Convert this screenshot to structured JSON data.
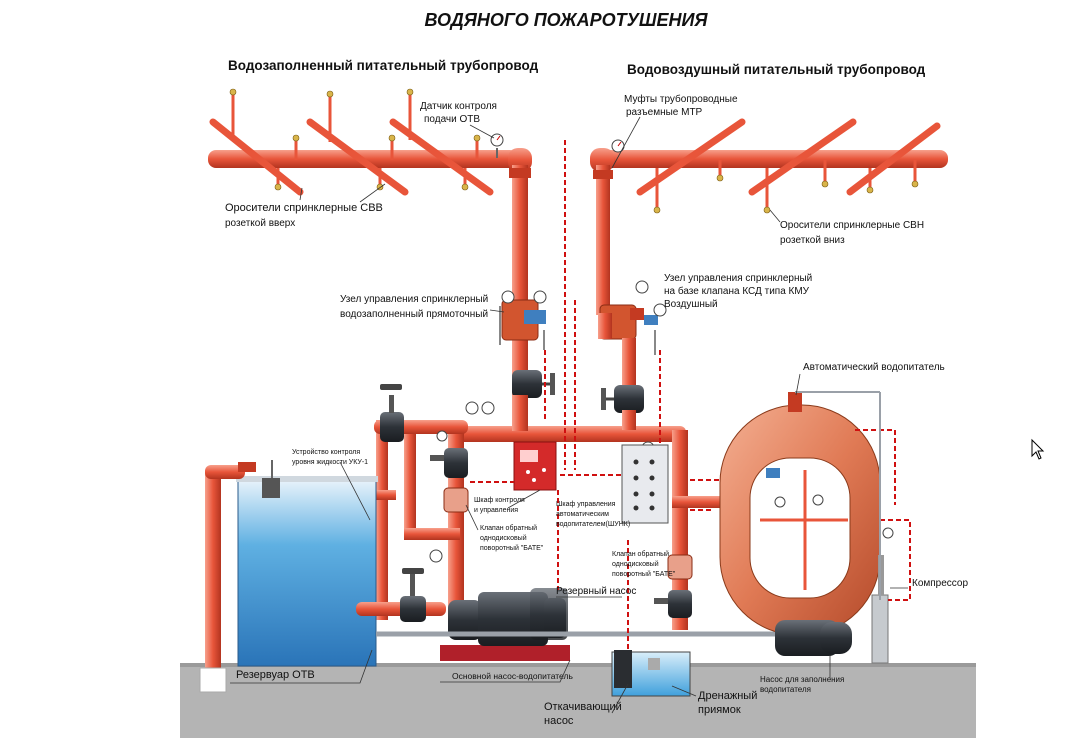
{
  "title": "ВОДЯНОГО ПОЖАРОТУШЕНИЯ",
  "headers": {
    "left": "Водозаполненный питательный трубопровод",
    "right": "Водовоздушный питательный трубопровод"
  },
  "labels": {
    "sensor_line1": "Датчик контроля",
    "sensor_line2": "подачи ОТВ",
    "couplings_line1": "Муфты трубопроводные",
    "couplings_line2": "разъемные МТР",
    "svv_line1": "Оросители спринклерные СВВ",
    "svv_line2": "розеткой вверх",
    "svn_line1": "Оросители спринклерные СВН",
    "svn_line2": "розеткой вниз",
    "node_left_line1": "Узел управления спринклерный",
    "node_left_line2": "водозаполненный прямоточный",
    "node_right_line1": "Узел управления спринклерный",
    "node_right_line2": "на базе клапана КСД типа КМУ",
    "node_right_line3": "Воздушный",
    "auto_feeder": "Автоматический водопитатель",
    "level_device_line1": "Устройство контроля",
    "level_device_line2": "уровня жидкости УКУ-1",
    "control_cabinet_line1": "Шкаф контроля",
    "control_cabinet_line2": "и управления",
    "check_valve_left_line1": "Клапан обратный",
    "check_valve_left_line2": "однодисковый",
    "check_valve_left_line3": "поворотный \"БАТЕ\"",
    "feeder_cabinet_line1": "Шкаф управления",
    "feeder_cabinet_line2": "автоматическим",
    "feeder_cabinet_line3": "водопитателем(ШУНК)",
    "check_valve_right_line1": "Клапан обратный",
    "check_valve_right_line2": "однодисковый",
    "check_valve_right_line3": "поворотный \"БАТЕ\"",
    "reserve_pump": "Резервный насос",
    "compressor": "Компрессор",
    "reservoir": "Резервуар ОТВ",
    "main_pump": "Основной насос-водопитатель",
    "drain_pump_line1": "Откачивающий",
    "drain_pump_line2": "насос",
    "drain_pit_line1": "Дренажный",
    "drain_pit_line2": "приямок",
    "fill_pump_line1": "Насос для заполнения",
    "fill_pump_line2": "водопитателя"
  },
  "colors": {
    "pipe": "#e8553a",
    "pipe_dark": "#c43a22",
    "signal_line": "#d01010",
    "water": "#4fa6dc",
    "ground": "#b4b4b4",
    "pump_body": "#3a3f46",
    "base": "#b0202a"
  },
  "icons": {
    "cursor": "cursor-icon"
  }
}
